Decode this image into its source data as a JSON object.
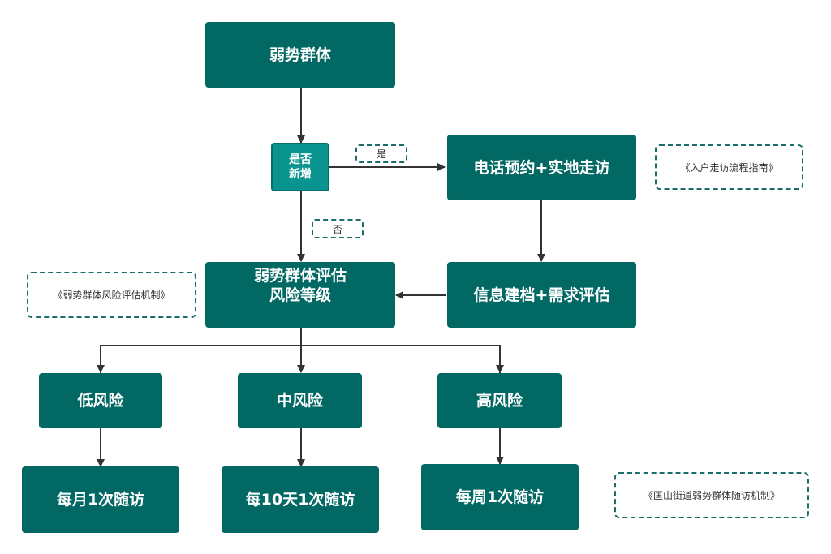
{
  "nodes": {
    "start": "弱势群体",
    "decision": "是否\n新增",
    "visit": "电话预约+实地走访",
    "archive": "信息建档+需求评估",
    "assess_line1": "弱势群体评估",
    "assess_line2": "风险等级",
    "low": "低风险",
    "mid": "中风险",
    "high": "高风险",
    "low_freq": "每月1次随访",
    "mid_freq": "每10天1次随访",
    "high_freq": "每周1次随访"
  },
  "edge_labels": {
    "yes": "是",
    "no": "否"
  },
  "notes": {
    "visit_guide": "《入户走访流程指南》",
    "assessment_mechanism": "《弱势群体风险评估机制》",
    "followup_mechanism": "《匡山街道弱势群体随访机制》"
  },
  "colors": {
    "node_fill": "#026864",
    "decision_fill": "#0a948f",
    "dashed_border": "#1a6e6a",
    "connector": "#333333"
  }
}
